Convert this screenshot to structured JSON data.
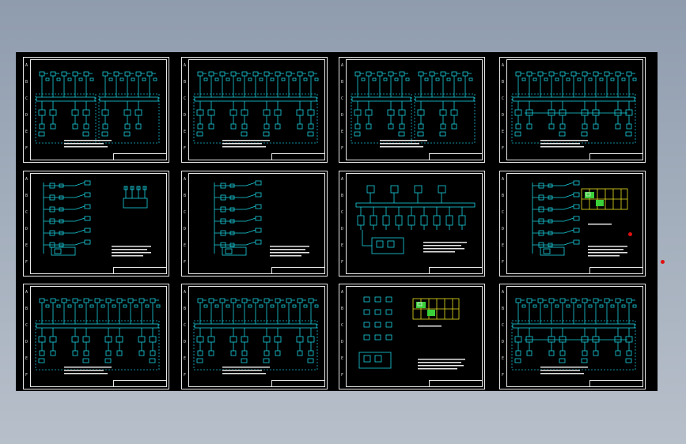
{
  "colors": {
    "background_top": "#8f9cae",
    "canvas": "#000000",
    "frame": "#e8e8e8",
    "diagram_line": "#19d3e0",
    "diagram_dashed": "#19b8d0",
    "text_white": "#e6e6e6",
    "highlight_yellow": "#e8e020",
    "highlight_green": "#3ad03a",
    "marker_red": "#e01010"
  },
  "zone_letters": [
    "A",
    "B",
    "C",
    "D",
    "E",
    "F"
  ],
  "sheets": [
    {
      "kind": "bus-2"
    },
    {
      "kind": "bus-1"
    },
    {
      "kind": "bus-2"
    },
    {
      "kind": "bus-1c"
    },
    {
      "kind": "tree-left"
    },
    {
      "kind": "tree-vertical"
    },
    {
      "kind": "panel-grid"
    },
    {
      "kind": "tree-plan"
    },
    {
      "kind": "bus-1"
    },
    {
      "kind": "bus-1"
    },
    {
      "kind": "grid-plan"
    },
    {
      "kind": "bus-1c"
    }
  ],
  "markers": [
    "red-marker-1",
    "red-marker-2"
  ]
}
